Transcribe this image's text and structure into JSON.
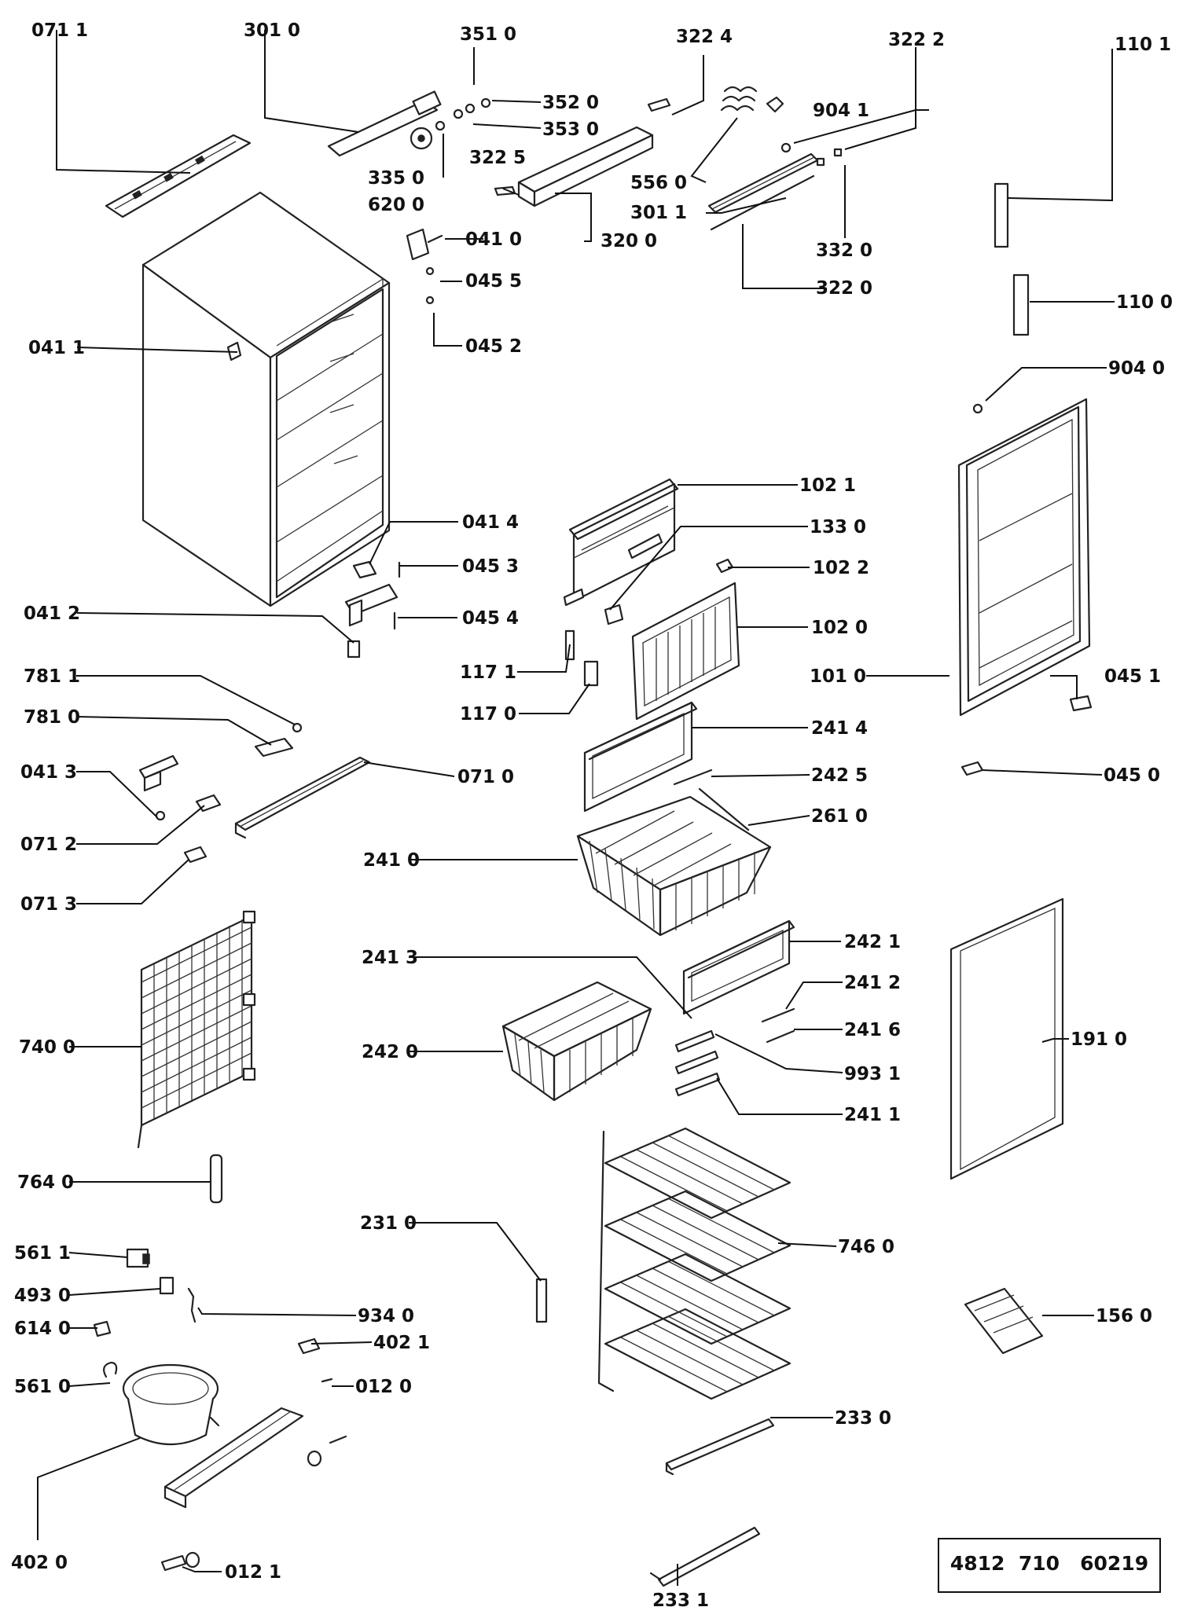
{
  "document_number": "4812  710   60219",
  "labels": {
    "l0711": "071 1",
    "l3010": "301 0",
    "l3510": "351 0",
    "l3224": "322 4",
    "l3222": "322 2",
    "l1101": "110 1",
    "l3520": "352 0",
    "l3530": "353 0",
    "l9041": "904 1",
    "l3350": "335 0",
    "l3225": "322 5",
    "l6200": "620 0",
    "l5560": "556 0",
    "l3011": "301 1",
    "l0410": "041 0",
    "l3200": "320 0",
    "l3320": "332 0",
    "l0455": "045 5",
    "l3220": "322 0",
    "l1100": "110 0",
    "l0411": "041 1",
    "l0452": "045 2",
    "l9040": "904 0",
    "l1021": "102 1",
    "l0414": "041 4",
    "l1330": "133 0",
    "l0453": "045 3",
    "l1022": "102 2",
    "l0412": "041 2",
    "l0454": "045 4",
    "l1020": "102 0",
    "l1171": "117 1",
    "l7811": "781 1",
    "l1010": "101 0",
    "l0451": "045 1",
    "l1170": "117 0",
    "l7810": "781 0",
    "l2414": "241 4",
    "l0413": "041 3",
    "l2425": "242 5",
    "l0710": "071 0",
    "l0450": "045 0",
    "l2610": "261 0",
    "l0712": "071 2",
    "l2410": "241 0",
    "l0713": "071 3",
    "l2421": "242 1",
    "l2413": "241 3",
    "l2412": "241 2",
    "l7400": "740 0",
    "l2416": "241 6",
    "l1910": "191 0",
    "l2420": "242 0",
    "l9931": "993 1",
    "l2411": "241 1",
    "l7640": "764 0",
    "l2310": "231 0",
    "l7460": "746 0",
    "l5611": "561 1",
    "l4930": "493 0",
    "l9340": "934 0",
    "l6140": "614 0",
    "l1560": "156 0",
    "l4021": "402 1",
    "l5610": "561 0",
    "l0120": "012 0",
    "l2330": "233 0",
    "l4020": "402 0",
    "l0121": "012 1",
    "l2331": "233 1"
  }
}
